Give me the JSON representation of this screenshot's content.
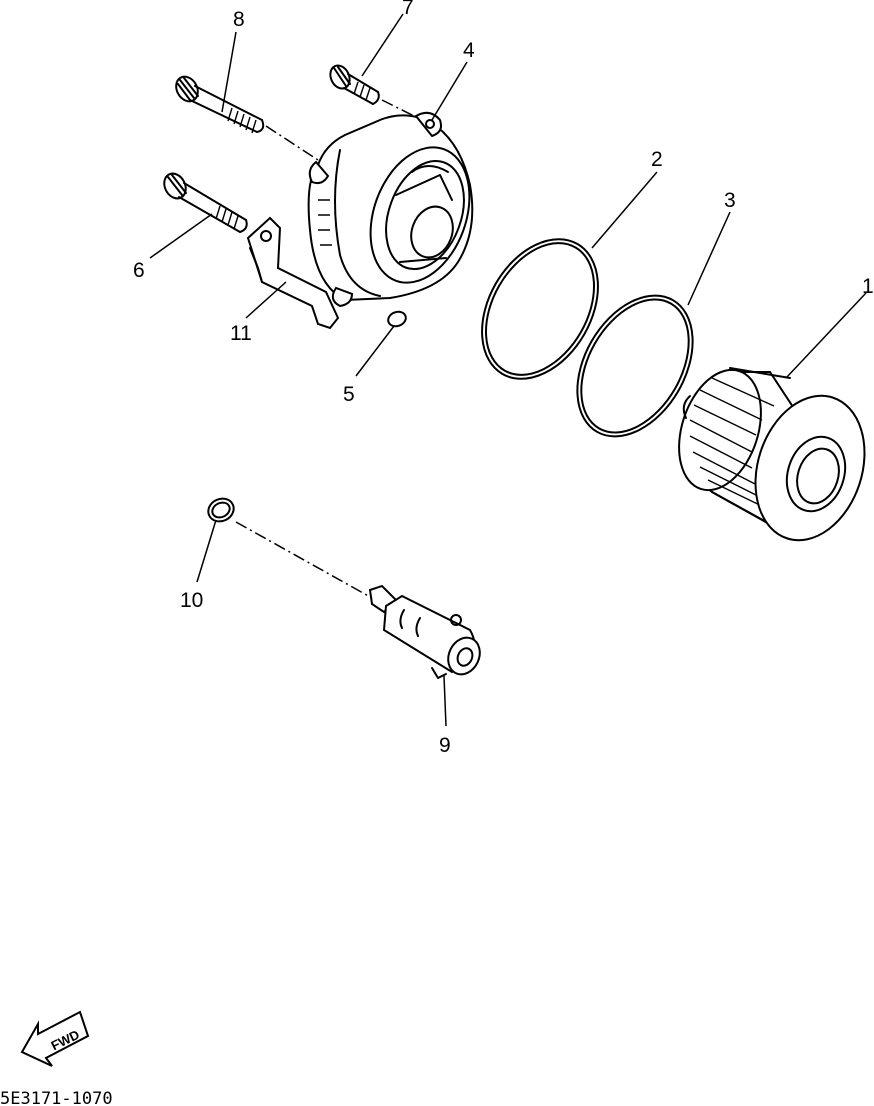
{
  "callouts": {
    "p1": "1",
    "p2": "2",
    "p3": "3",
    "p4": "4",
    "p5": "5",
    "p6": "6",
    "p7": "7",
    "p8": "8",
    "p9": "9",
    "p10": "10",
    "p11": "11"
  },
  "fwd_label": "FWD",
  "diagram_code": "5E3171-1070"
}
